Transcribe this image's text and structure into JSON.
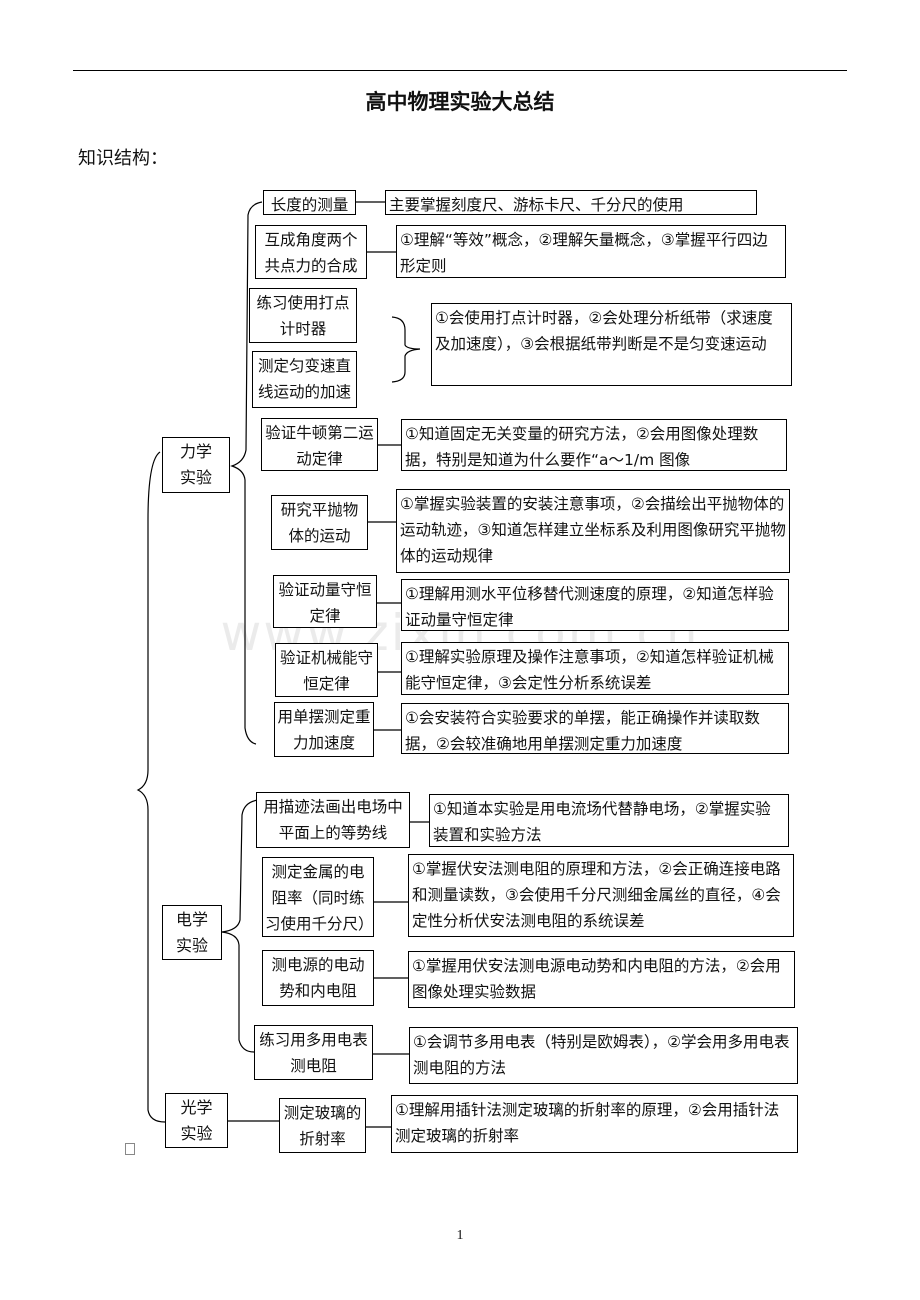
{
  "title": "高中物理实验大总结",
  "section_heading": "知识结构：",
  "watermark": "www.zixin.com.cn",
  "page_number": "1",
  "categories": [
    {
      "label": "力学\n实验"
    },
    {
      "label": "电学\n实验"
    },
    {
      "label": "光学\n实验"
    }
  ],
  "experiments": [
    {
      "name": "长度的测量",
      "desc": "主要掌握刻度尺、游标卡尺、千分尺的使用"
    },
    {
      "name": "互成角度两个共点力的合成",
      "desc": "①理解“等效”概念，②理解矢量概念，③掌握平行四边形定则"
    },
    {
      "name": "练习使用打点计时器",
      "desc": "①会使用打点计时器，②会处理分析纸带（求速度及加速度），③会根据纸带判断是不是匀变速运动"
    },
    {
      "name": "测定匀变速直线运动的加速度",
      "desc": ""
    },
    {
      "name": "验证牛顿第二运动定律",
      "desc": "①知道固定无关变量的研究方法，②会用图像处理数据，特别是知道为什么要作“a～1/m 图像"
    },
    {
      "name": "研究平抛物体的运动",
      "desc": "①掌握实验装置的安装注意事项，②会描绘出平抛物体的运动轨迹，③知道怎样建立坐标系及利用图像研究平抛物体的运动规律"
    },
    {
      "name": "验证动量守恒定律",
      "desc": "①理解用测水平位移替代测速度的原理，②知道怎样验证动量守恒定律"
    },
    {
      "name": "验证机械能守恒定律",
      "desc": "①理解实验原理及操作注意事项，②知道怎样验证机械能守恒定律，③会定性分析系统误差"
    },
    {
      "name": "用单摆测定重力加速度",
      "desc": "①会安装符合实验要求的单摆，能正确操作并读取数据，②会较准确地用单摆测定重力加速度"
    },
    {
      "name": "用描迹法画出电场中平面上的等势线",
      "desc": "①知道本实验是用电流场代替静电场，②掌握实验装置和实验方法"
    },
    {
      "name": "测定金属的电阻率（同时练习使用千分尺）",
      "desc": "①掌握伏安法测电阻的原理和方法，②会正确连接电路和测量读数，③会使用千分尺测细金属丝的直径，④会定性分析伏安法测电阻的系统误差"
    },
    {
      "name": "测电源的电动势和内电阻",
      "desc": "①掌握用伏安法测电源电动势和内电阻的方法，②会用图像处理实验数据"
    },
    {
      "name": "练习用多用电表测电阻",
      "desc": "①会调节多用电表（特别是欧姆表），②学会用多用电表测电阻的方法"
    },
    {
      "name": "测定玻璃的折射率",
      "desc": "①理解用插针法测定玻璃的折射率的原理，②会用插针法测定玻璃的折射率"
    }
  ]
}
